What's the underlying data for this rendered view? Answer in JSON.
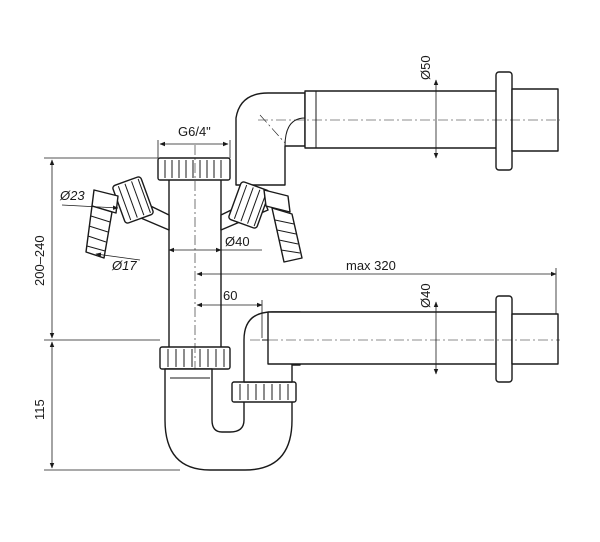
{
  "diagram": {
    "labels": {
      "thread": "G6/4\"",
      "diam_top_pipe": "Ø50",
      "diam_lower_pipe": "Ø40",
      "diam_tube": "Ø40",
      "diam_hose_outer": "Ø23",
      "diam_hose_inner": "Ø17",
      "max_length": "max 320",
      "offset": "60",
      "height_range": "200–240",
      "trap_height": "115"
    },
    "colors": {
      "line": "#1a1a1a",
      "background": "#ffffff"
    }
  }
}
